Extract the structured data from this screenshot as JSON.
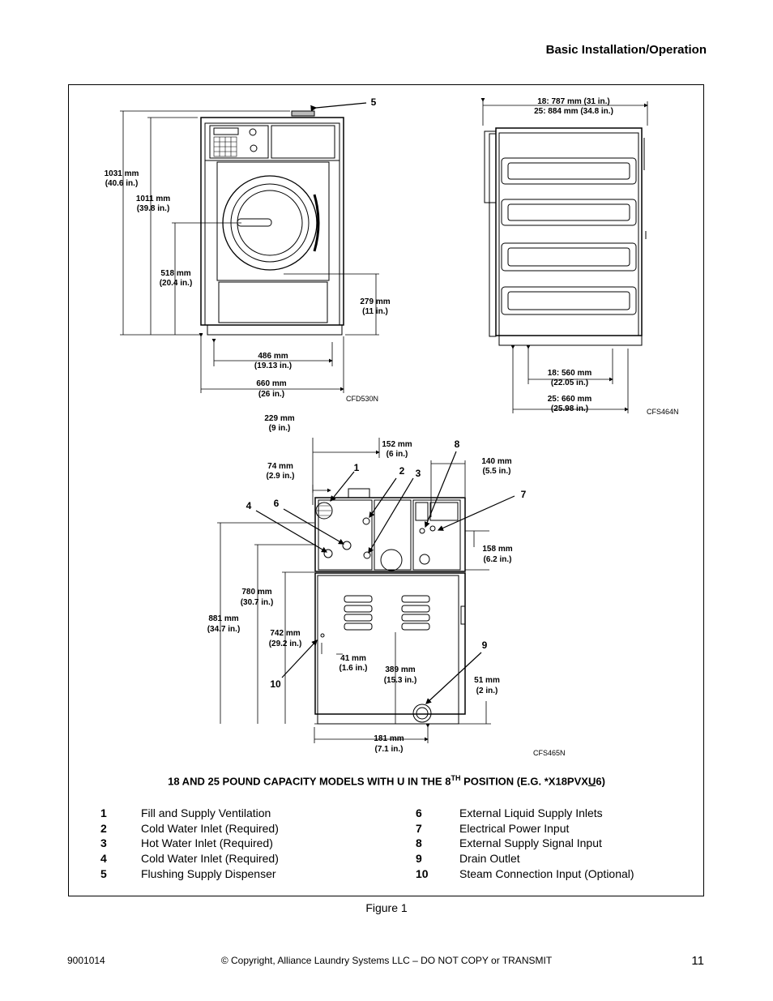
{
  "header": {
    "section": "Basic Installation/Operation"
  },
  "front_view": {
    "dim_height_total": [
      "1031 mm",
      "(40.6 in.)"
    ],
    "dim_height_top": [
      "1011 mm",
      "(39.8 in.)"
    ],
    "dim_door_center": [
      "518 mm",
      "(20.4 in.)"
    ],
    "dim_lower_panel": [
      "279 mm",
      "(11 in.)"
    ],
    "dim_inner_width": [
      "486 mm",
      "(19.13 in.)"
    ],
    "dim_width": [
      "660 mm",
      "(26 in.)"
    ],
    "code": "CFD530N",
    "callout": "5"
  },
  "side_view": {
    "dim_depth": [
      "18: 787 mm (31 in.)",
      "25: 884 mm (34.8 in.)"
    ],
    "dim_base_18": [
      "18: 560 mm",
      "(22.05 in.)"
    ],
    "dim_base_25": [
      "25: 660 mm",
      "(25.98 in.)"
    ],
    "code": "CFS464N"
  },
  "rear_view": {
    "dim_229": [
      "229 mm",
      "(9 in.)"
    ],
    "dim_152": [
      "152 mm",
      "(6 in.)"
    ],
    "dim_74": [
      "74 mm",
      "(2.9 in.)"
    ],
    "dim_140": [
      "140 mm",
      "(5.5 in.)"
    ],
    "dim_158": [
      "158 mm",
      "(6.2 in.)"
    ],
    "dim_780": [
      "780 mm",
      "(30.7 in.)"
    ],
    "dim_881": [
      "881 mm",
      "(34.7 in.)"
    ],
    "dim_742": [
      "742 mm",
      "(29.2 in.)"
    ],
    "dim_41": [
      "41 mm",
      "(1.6 in.)"
    ],
    "dim_389": [
      "389 mm",
      "(15.3 in.)"
    ],
    "dim_51": [
      "51 mm",
      "(2 in.)"
    ],
    "dim_181": [
      "181 mm",
      "(7.1 in.)"
    ],
    "code": "CFS465N",
    "callouts": [
      "1",
      "2",
      "3",
      "4",
      "6",
      "7",
      "8",
      "9",
      "10"
    ]
  },
  "caption": {
    "pre": "18 AND 25 POUND CAPACITY MODELS WITH U IN THE 8",
    "sup": "TH",
    "mid": " POSITION (E.G. *X18PVX",
    "underlined": "U",
    "post": "6)"
  },
  "legend_left": [
    {
      "n": "1",
      "label": "Fill and Supply Ventilation"
    },
    {
      "n": "2",
      "label": "Cold Water Inlet (Required)"
    },
    {
      "n": "3",
      "label": "Hot Water Inlet (Required)"
    },
    {
      "n": "4",
      "label": "Cold Water Inlet (Required)"
    },
    {
      "n": "5",
      "label": "Flushing Supply Dispenser"
    }
  ],
  "legend_right": [
    {
      "n": "6",
      "label": "External Liquid Supply Inlets"
    },
    {
      "n": "7",
      "label": "Electrical Power Input"
    },
    {
      "n": "8",
      "label": "External Supply Signal Input"
    },
    {
      "n": "9",
      "label": "Drain Outlet"
    },
    {
      "n": "10",
      "label": "Steam Connection Input (Optional)"
    }
  ],
  "figure_label": "Figure 1",
  "footer": {
    "doc_number": "9001014",
    "copyright": "© Copyright, Alliance Laundry Systems LLC – DO NOT COPY or TRANSMIT",
    "page": "11"
  }
}
